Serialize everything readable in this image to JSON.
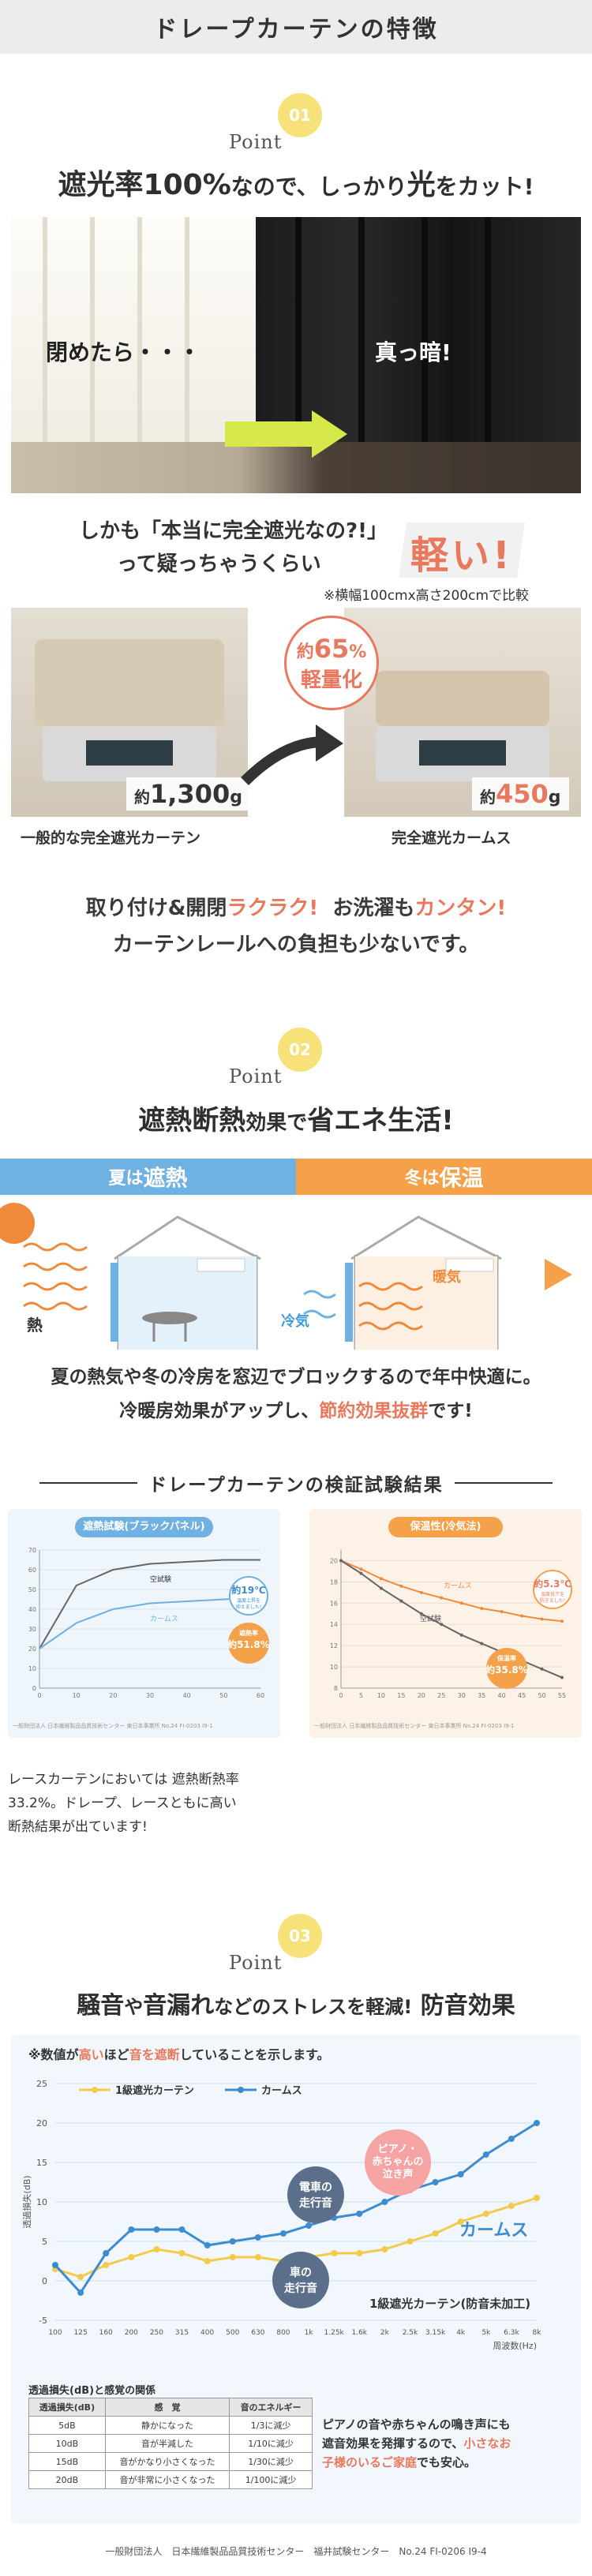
{
  "header": {
    "title": "ドレープカーテンの特徴"
  },
  "point1": {
    "label": "Point",
    "num": "01",
    "headline_a": "遮光率100%",
    "headline_b": "なので、しっかり",
    "headline_c": "光",
    "headline_d": "をカット!",
    "closed": "閉めたら・・・",
    "dark": "真っ暗!",
    "light_a": "しかも「本当に完全遮光なの?!」",
    "light_b": "って疑っちゃうくらい",
    "light_c": "軽い!",
    "note": "※横幅100cmx高さ200cmで比較",
    "left_weight_a": "約",
    "left_weight_b": "1,300",
    "left_weight_c": "g",
    "right_weight_a": "約",
    "right_weight_b": "450",
    "right_weight_c": "g",
    "badge_a": "約",
    "badge_b": "65",
    "badge_c": "%",
    "badge_d": "軽量化",
    "left_caption": "一般的な完全遮光カーテン",
    "right_caption": "完全遮光カームス",
    "body_a1": "取り付け&開閉",
    "body_a2": "ラクラク!",
    "body_a3": "お洗濯も",
    "body_a4": "カンタン!",
    "body_b": "カーテンレールへの負担も少ないです。"
  },
  "point2": {
    "label": "Point",
    "num": "02",
    "headline_a": "遮熱断熱",
    "headline_b": "効果で",
    "headline_c": "省エネ生活!",
    "summer_a": "夏は",
    "summer_b": "遮熱",
    "winter_a": "冬は",
    "winter_b": "保温",
    "heat": "熱",
    "cold": "冷気",
    "warm": "暖気",
    "body_a": "夏の熱気や冬の冷房を窓辺でブロックするので年中快適に。",
    "body_b1": "冷暖房効果がアップし、",
    "body_b2": "節約効果抜群",
    "body_b3": "です!",
    "test_title": "ドレープカーテンの検証試験結果",
    "chart1_title": "遮熱試験(ブラックパネル)",
    "chart1_series_a": "空試験",
    "chart1_series_b": "カームス",
    "chart1_badge_a1": "約",
    "chart1_badge_a2": "19",
    "chart1_badge_a3": "℃",
    "chart1_badge_a4": "温度上昇を",
    "chart1_badge_a5": "抑えました!",
    "chart1_badge_b1": "遮熱率",
    "chart1_badge_b2": "約",
    "chart1_badge_b3": "51.8",
    "chart1_badge_b4": "%",
    "chart2_title": "保温性(冷気法)",
    "chart2_series_a": "カームス",
    "chart2_series_b": "空試験",
    "chart2_badge_a1": "約",
    "chart2_badge_a2": "5.3",
    "chart2_badge_a3": "℃",
    "chart2_badge_a4": "温度低下を",
    "chart2_badge_a5": "防ぎました!",
    "chart2_badge_b1": "保温率",
    "chart2_badge_b2": "約",
    "chart2_badge_b3": "35.8",
    "chart2_badge_b4": "%",
    "chart_footer": "一般財団法人 日本繊維製品品質技術センター 東日本事業所 No.24 FI-0203 I9-1",
    "lace_note_a": "レースカーテンにおいては 遮熱断熱率",
    "lace_note_b": "33.2%。ドレープ、レースともに高い",
    "lace_note_c": "断熱結果が出ています!"
  },
  "point3": {
    "label": "Point",
    "num": "03",
    "headline_a": "騒音",
    "headline_b": "や",
    "headline_c": "音漏れ",
    "headline_d": "などのストレスを軽減!",
    "headline_e": "防音効果",
    "chart_note_a": "※数値が",
    "chart_note_b": "高い",
    "chart_note_c": "ほど",
    "chart_note_d": "音を遮断",
    "chart_note_e": "していることを示します。",
    "legend_a": "1級遮光カーテン",
    "legend_b": "カームス",
    "ylabel": "透過損失(dB)",
    "xlabel": "周波数(Hz)",
    "callout_train_a": "電車の",
    "callout_train_b": "走行音",
    "callout_car_a": "車の",
    "callout_car_b": "走行音",
    "callout_piano_a": "ピアノ・",
    "callout_piano_b": "赤ちゃんの",
    "callout_piano_c": "泣き声",
    "label_calms": "カームス",
    "label_first": "1級遮光カーテン(防音未加工)",
    "table_title": "透過損失(dB)と感覚の関係",
    "table_headers": [
      "透過損失(dB)",
      "感　覚",
      "音のエネルギー"
    ],
    "table_rows": [
      [
        "5dB",
        "静かになった",
        "1/3に減少"
      ],
      [
        "10dB",
        "音が半減した",
        "1/10に減少"
      ],
      [
        "15dB",
        "音がかなり小さくなった",
        "1/30に減少"
      ],
      [
        "20dB",
        "音が非常に小さくなった",
        "1/100に減少"
      ]
    ],
    "side_note_a": "ピアノの音や赤ちゃんの鳴き声にも",
    "side_note_b1": "遮音効果を発揮するので、",
    "side_note_b2": "小さなお",
    "side_note_c1": "子様のいるご家庭",
    "side_note_c2": "でも安心。",
    "footer": "一般財団法人　日本繊維製品品質技術センター　福井試験センター　No.24 FI-0206 I9-4"
  },
  "chart_data": [
    {
      "type": "line",
      "title": "遮熱試験(ブラックパネル)",
      "x": [
        0,
        10,
        20,
        30,
        40,
        50,
        60
      ],
      "series": [
        {
          "name": "空試験",
          "values": [
            20,
            52,
            60,
            63,
            64,
            65,
            65
          ]
        },
        {
          "name": "カームス",
          "values": [
            20,
            33,
            40,
            43,
            44,
            45,
            46
          ]
        }
      ],
      "ylim": [
        0,
        70
      ]
    },
    {
      "type": "line",
      "title": "保温性(冷気法)",
      "x": [
        0,
        5,
        10,
        15,
        20,
        25,
        30,
        35,
        40,
        45,
        50,
        55
      ],
      "series": [
        {
          "name": "カームス",
          "values": [
            20,
            19.2,
            18.3,
            17.6,
            17.0,
            16.5,
            16.0,
            15.5,
            15.2,
            14.8,
            14.5,
            14.3
          ]
        },
        {
          "name": "空試験",
          "values": [
            20,
            18.8,
            17.4,
            16.2,
            15.0,
            14.0,
            13.0,
            12.2,
            11.4,
            10.6,
            9.8,
            9.0
          ]
        }
      ]
    },
    {
      "type": "line",
      "title": "",
      "xlabel": "周波数(Hz)",
      "ylabel": "透過損失(dB)",
      "categories": [
        "100",
        "125",
        "160",
        "200",
        "250",
        "315",
        "400",
        "500",
        "630",
        "800",
        "1k",
        "1.25k",
        "1.6k",
        "2k",
        "2.5k",
        "3.15k",
        "4k",
        "5k",
        "6.3k",
        "8k"
      ],
      "series": [
        {
          "name": "1級遮光カーテン",
          "values": [
            1.5,
            0.5,
            2,
            3,
            4,
            3.5,
            2.5,
            3,
            3,
            2.5,
            3,
            3.5,
            3.5,
            4,
            5,
            6,
            7.5,
            8.5,
            9.5,
            10.5
          ]
        },
        {
          "name": "カームス",
          "values": [
            2,
            -1.5,
            3.5,
            6.5,
            6.5,
            6.5,
            4.5,
            5,
            5.5,
            6,
            7,
            8,
            8.5,
            10,
            11.5,
            12.5,
            13.5,
            16,
            18,
            20
          ]
        }
      ],
      "ylim": [
        -5,
        25
      ]
    }
  ],
  "colors": {
    "accent": "#e8785e",
    "yellow": "#f7e27a",
    "blue": "#6fb1e0",
    "orange": "#f4a14a",
    "gray": "#888888"
  }
}
